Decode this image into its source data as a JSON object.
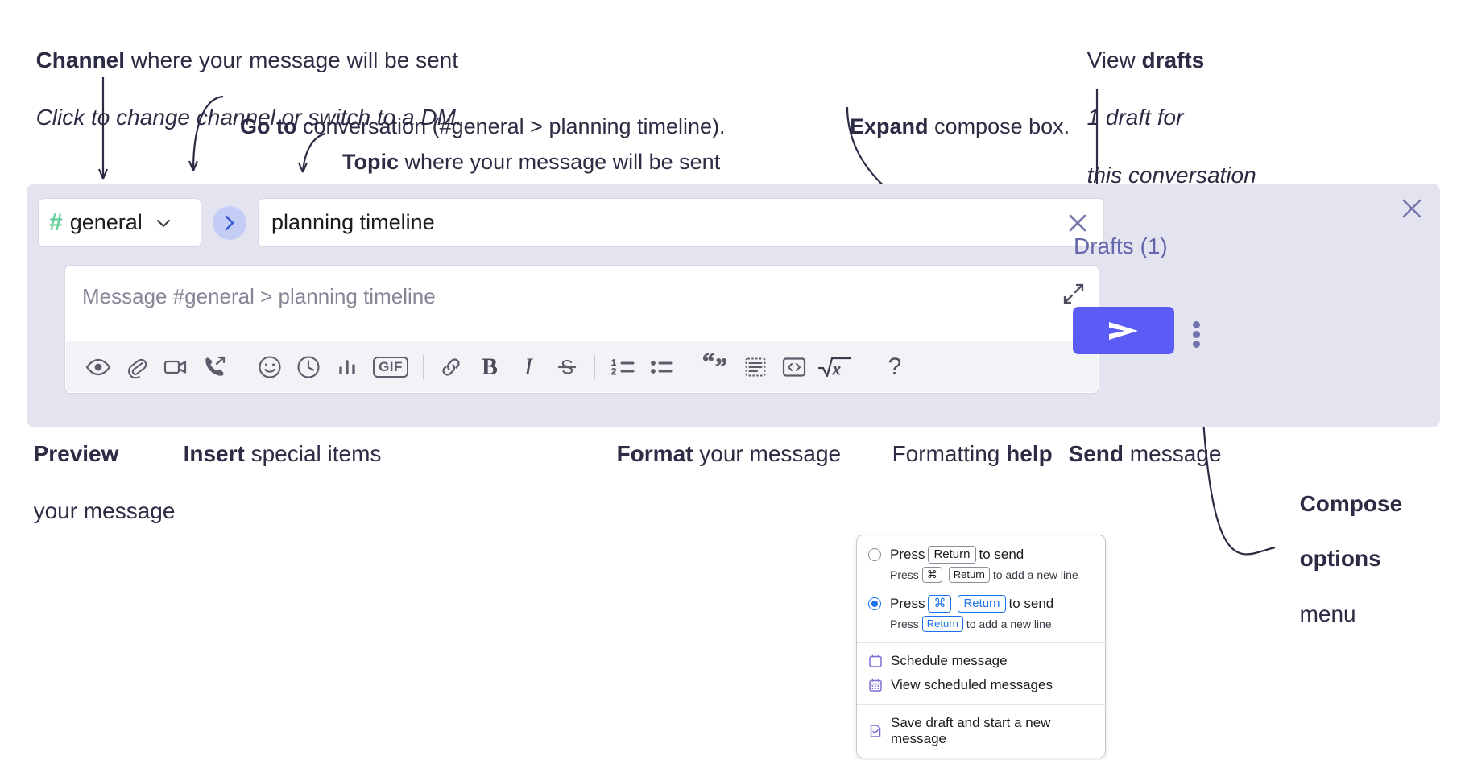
{
  "annotations": {
    "channel": {
      "line1_bold": "Channel",
      "line1_rest": " where your message will be sent",
      "line2_italic": "Click to change channel or switch to a DM."
    },
    "goto": {
      "bold": "Go to",
      "rest": " conversation (#general > planning timeline)."
    },
    "topic": {
      "bold": "Topic",
      "rest": " where your message will be sent"
    },
    "expand": {
      "bold": "Expand",
      "rest": " compose box."
    },
    "drafts": {
      "line1_plain": "View ",
      "line1_bold": "drafts",
      "line2_italic": "1 draft for",
      "line3_italic": "this conversation"
    },
    "preview": {
      "bold": "Preview",
      "rest": "your message"
    },
    "insert": {
      "bold": "Insert",
      "rest": " special items"
    },
    "format": {
      "bold": "Format",
      "rest": " your message"
    },
    "help": {
      "plain": "Formatting ",
      "bold": "help"
    },
    "send": {
      "bold": "Send",
      "rest": " message"
    },
    "compose_options": {
      "bold1": "Compose",
      "bold2": "options",
      "plain": "menu"
    }
  },
  "compose": {
    "channel_name": "general",
    "hash_symbol": "#",
    "topic_value": "planning timeline",
    "message_placeholder": "Message #general > planning timeline",
    "drafts_label": "Drafts (1)",
    "toolbar_help": "?",
    "gif_label": "GIF",
    "bold_label": "B",
    "italic_label": "I",
    "toolbar_icons": [
      "eye-icon",
      "paperclip-icon",
      "video-camera-icon",
      "phone-forward-icon",
      "emoji-icon",
      "clock-icon",
      "bar-chart-icon",
      "gif-icon",
      "link-icon",
      "bold-icon",
      "italic-icon",
      "strikethrough-icon",
      "ordered-list-icon",
      "bullet-list-icon",
      "blockquote-icon",
      "code-block-icon",
      "code-icon",
      "math-icon",
      "help-icon"
    ]
  },
  "options_menu": {
    "option1": {
      "pre": "Press",
      "key": "Return",
      "post": "to send",
      "sub_pre": "Press",
      "sub_key1": "⌘",
      "sub_key2": "Return",
      "sub_post": "to add a new line",
      "selected": false
    },
    "option2": {
      "pre": "Press",
      "key1": "⌘",
      "key2": "Return",
      "post": "to send",
      "sub_pre": "Press",
      "sub_key": "Return",
      "sub_post": "to add a new line",
      "selected": true
    },
    "items": [
      {
        "label": "Schedule message",
        "icon": "calendar-icon"
      },
      {
        "label": "View scheduled messages",
        "icon": "calendar-grid-icon"
      },
      {
        "label": "Save draft and start a new message",
        "icon": "document-check-icon"
      }
    ]
  },
  "colors": {
    "panel_bg": "#e3e4f0",
    "send_button": "#5b5bf5",
    "hash_green": "#5ecf98",
    "goto_circle": "#c3cdf5",
    "drafts_text": "#6468ad",
    "menu_icon_purple": "#7d6fd1",
    "radio_blue": "#1a73e8"
  }
}
